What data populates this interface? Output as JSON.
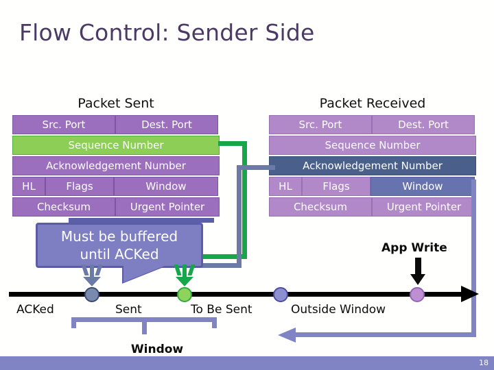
{
  "slide": {
    "title": "Flow Control: Sender Side",
    "number": "18"
  },
  "packet_sent": {
    "heading": "Packet Sent",
    "rows": [
      {
        "cells": [
          {
            "label": "Src. Port"
          },
          {
            "label": "Dest. Port"
          }
        ]
      },
      {
        "cells": [
          {
            "label": "Sequence Number",
            "highlight": "green"
          }
        ]
      },
      {
        "cells": [
          {
            "label": "Acknowledgement Number"
          }
        ]
      },
      {
        "cells": [
          {
            "label": "HL"
          },
          {
            "label": "Flags"
          },
          {
            "label": "Window"
          }
        ]
      },
      {
        "cells": [
          {
            "label": "Checksum"
          },
          {
            "label": "Urgent Pointer"
          }
        ]
      }
    ],
    "labels": {
      "src_port": "Src. Port",
      "dest_port": "Dest. Port",
      "sequence_number": "Sequence Number",
      "ack_number": "Acknowledgement Number",
      "hl": "HL",
      "flags": "Flags",
      "window": "Window",
      "checksum": "Checksum",
      "urgent_pointer": "Urgent Pointer"
    }
  },
  "packet_received": {
    "heading": "Packet Received",
    "labels": {
      "src_port": "Src. Port",
      "dest_port": "Dest. Port",
      "sequence_number": "Sequence Number",
      "ack_number": "Acknowledgement Number",
      "hl": "HL",
      "flags": "Flags",
      "window": "Window",
      "checksum": "Checksum",
      "urgent_pointer": "Urgent Pointer"
    }
  },
  "callout": {
    "line1": "Must be buffered",
    "line2": "until ACKed"
  },
  "timeline": {
    "labels": {
      "acked": "ACKed",
      "sent": "Sent",
      "to_be_sent": "To Be Sent",
      "outside_window": "Outside Window",
      "app_write": "App Write",
      "window": "Window"
    }
  },
  "colors": {
    "title": "#4B3A64",
    "packet_sent_fill": "#9C6FBE",
    "packet_recv_fill": "#B188C8",
    "highlight_green": "#8DCE56",
    "highlight_slate": "#4A5F8A",
    "highlight_blue": "#6773AE",
    "accent_purple": "#8084C4",
    "connector_green": "#18A64B",
    "connector_slate": "#6B7BA6",
    "callout_fill": "#7D7FC2"
  }
}
